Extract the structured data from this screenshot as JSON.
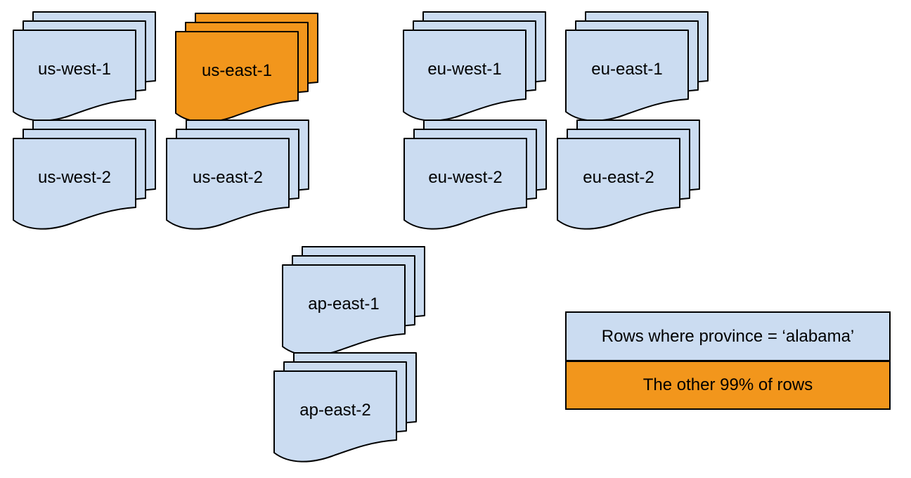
{
  "partitions": [
    {
      "label": "us-west-1",
      "highlighted": false
    },
    {
      "label": "us-east-1",
      "highlighted": true
    },
    {
      "label": "eu-west-1",
      "highlighted": false
    },
    {
      "label": "eu-east-1",
      "highlighted": false
    },
    {
      "label": "us-west-2",
      "highlighted": false
    },
    {
      "label": "us-east-2",
      "highlighted": false
    },
    {
      "label": "eu-west-2",
      "highlighted": false
    },
    {
      "label": "eu-east-2",
      "highlighted": false
    },
    {
      "label": "ap-east-1",
      "highlighted": false
    },
    {
      "label": "ap-east-2",
      "highlighted": false
    }
  ],
  "legend": {
    "items": [
      {
        "label": "Rows where province = ‘alabama’",
        "color": "#CBDCF1"
      },
      {
        "label": "The other 99% of rows",
        "color": "#F2961C"
      }
    ]
  },
  "colors": {
    "partition_fill": "#CBDCF1",
    "highlight_fill": "#F2961C",
    "outline": "#000000"
  }
}
